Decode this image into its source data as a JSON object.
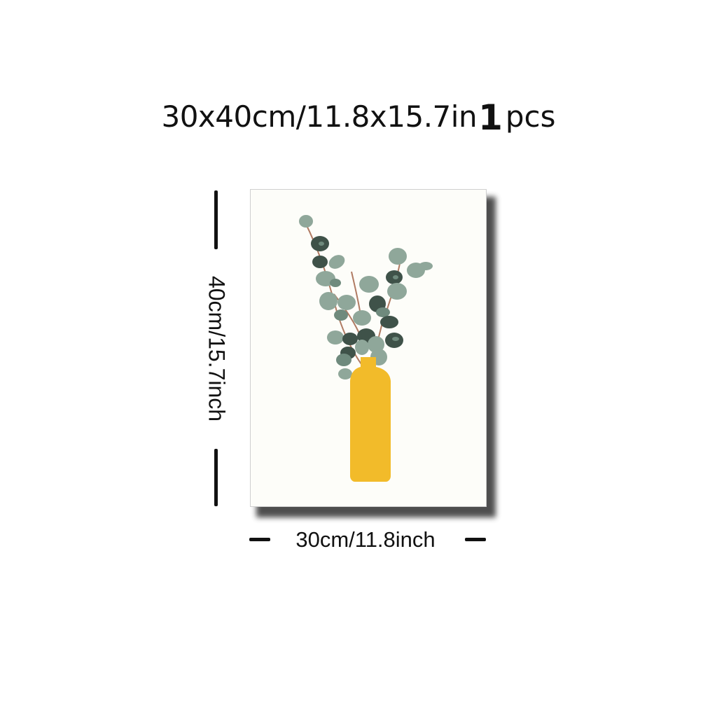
{
  "title": {
    "size_text": "30x40cm/11.8x15.7in",
    "quantity_number": "1",
    "quantity_unit": "pcs"
  },
  "dimensions": {
    "height_label": "40cm/15.7inch",
    "width_label": "30cm/11.8inch"
  },
  "artwork": {
    "subject": "eucalyptus-in-yellow-vase",
    "colors": {
      "background": "#fdfdf9",
      "vase": "#f2bb2a",
      "leaf_light": "#8fa79a",
      "leaf_mid": "#6f8a7d",
      "leaf_dark": "#3f5249",
      "stem": "#b07a62"
    }
  }
}
